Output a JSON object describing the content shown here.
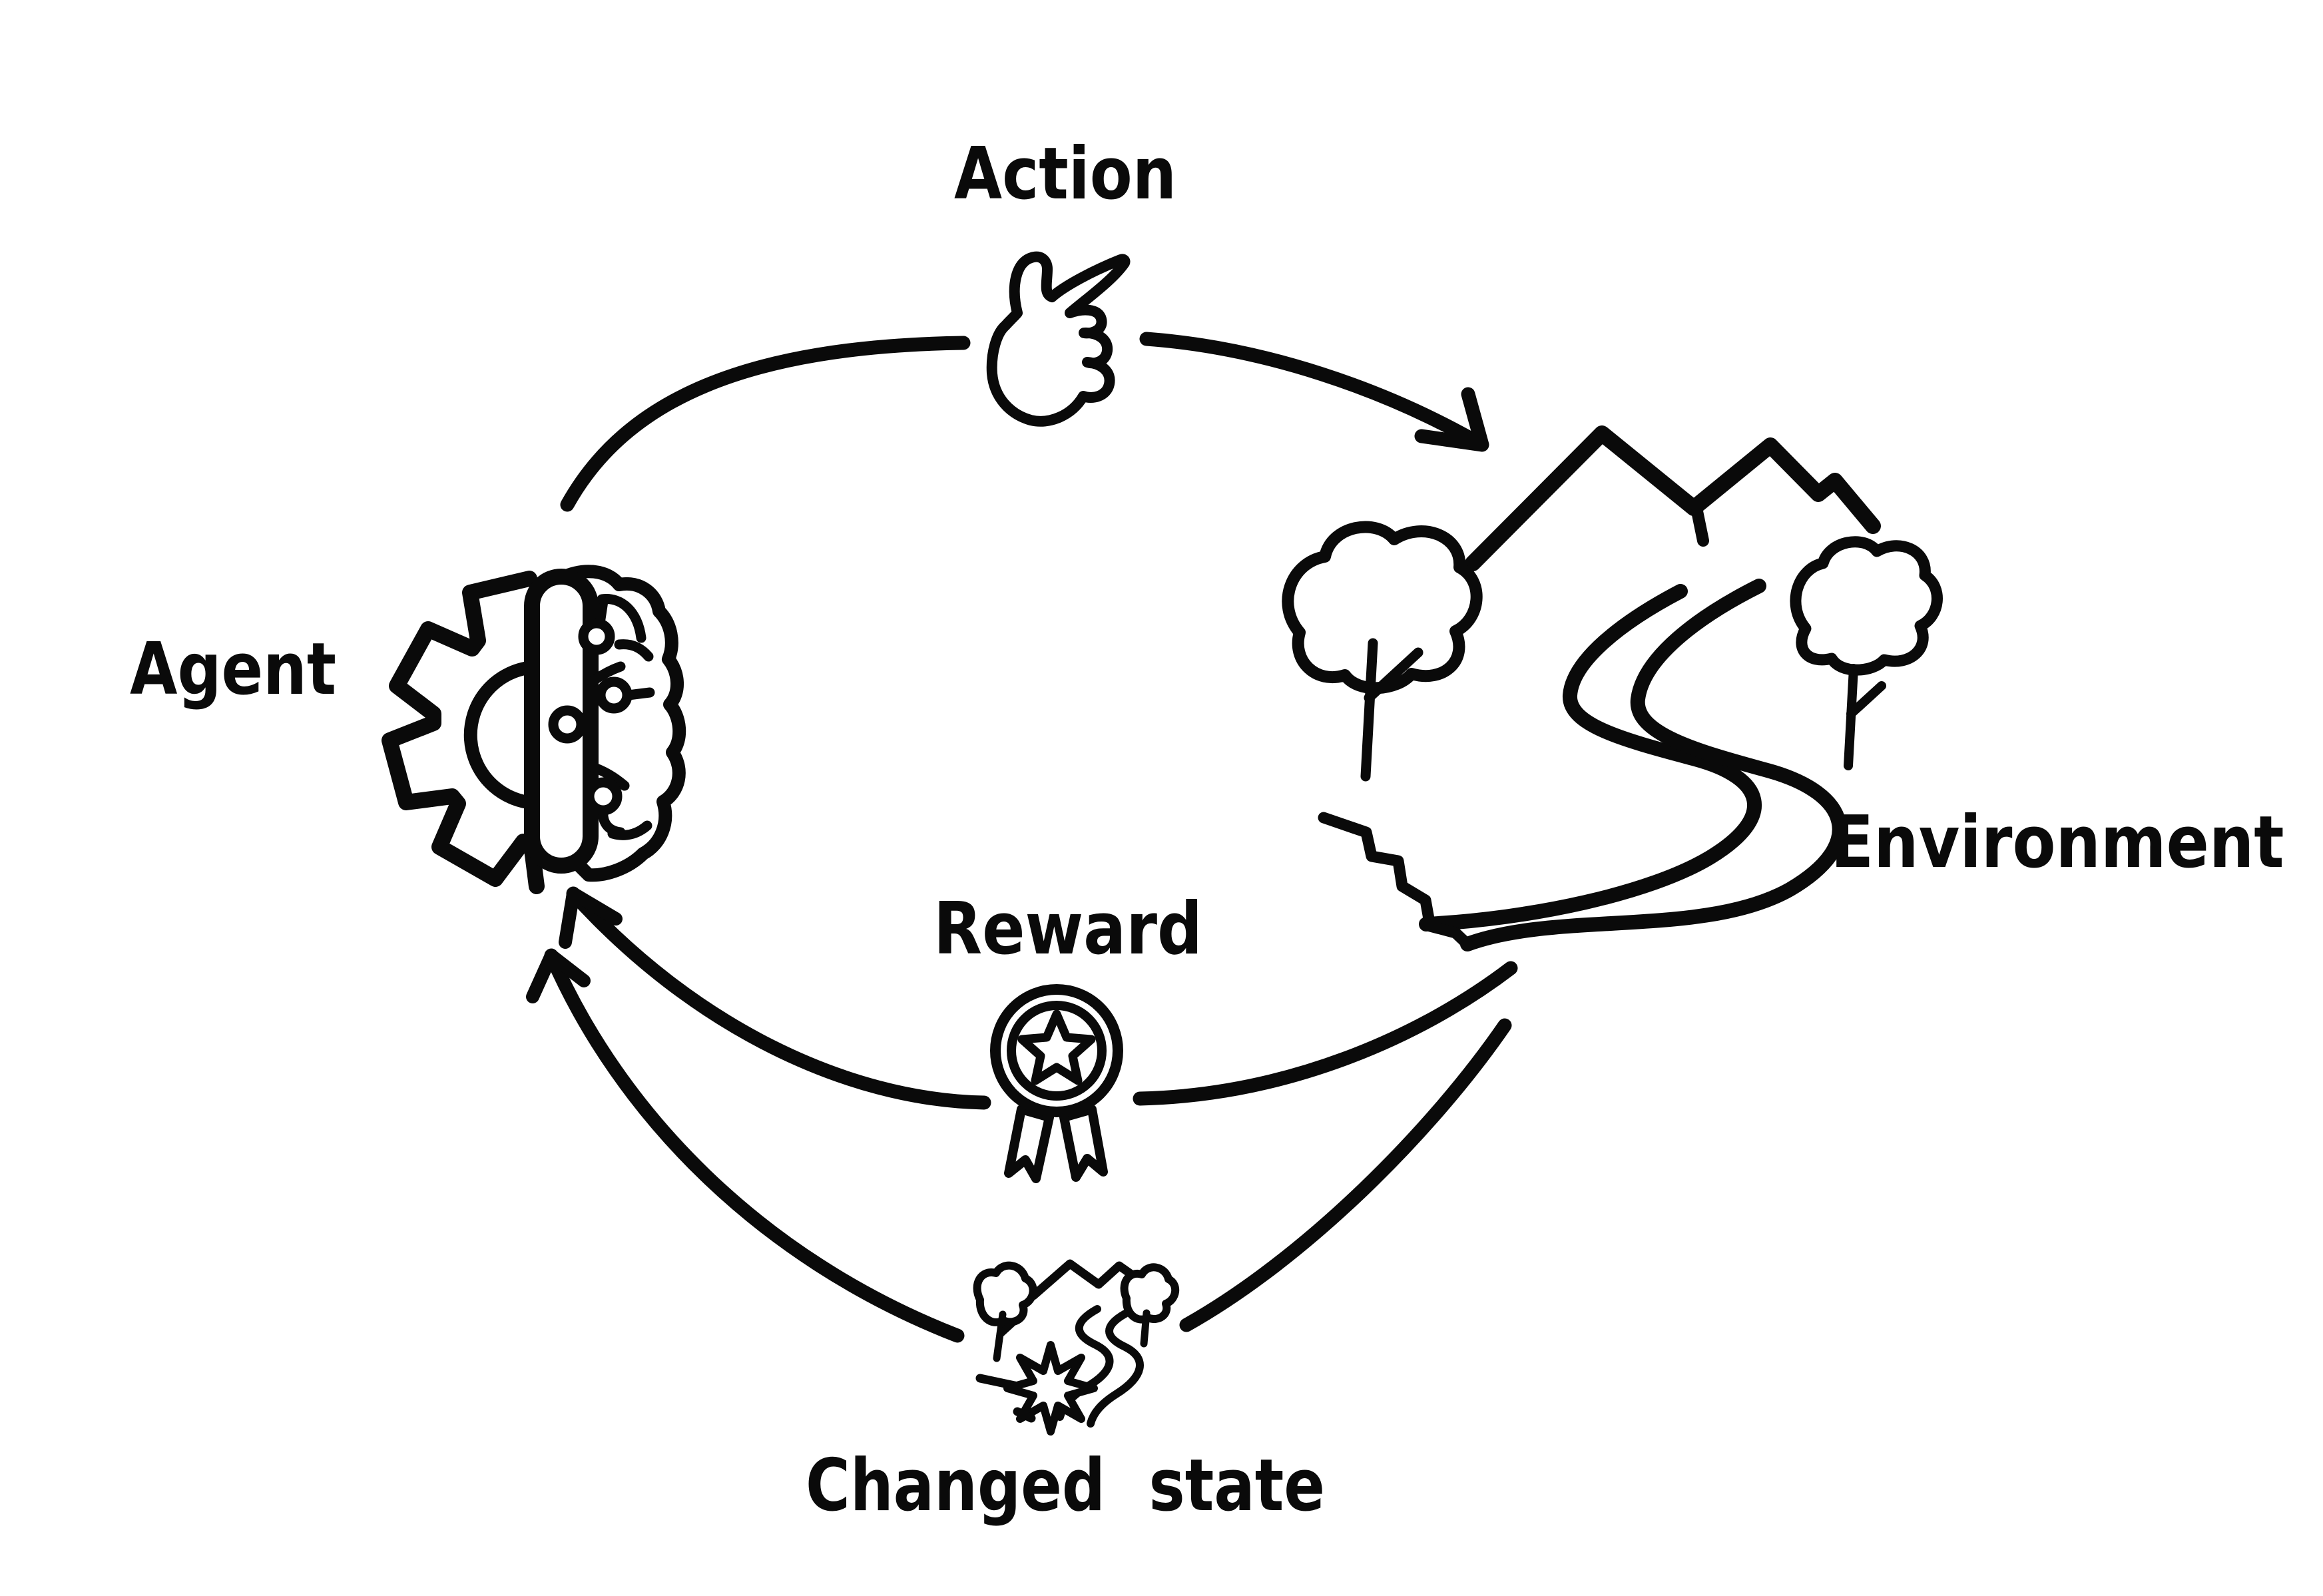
{
  "canvas": {
    "background_color": "#ffffff",
    "ink_color": "#0a0a0a"
  },
  "labels": {
    "action": "Action",
    "agent": "Agent",
    "environment": "Environment",
    "reward": "Reward",
    "changed_state": "Changed state"
  },
  "icons": {
    "agent": "gear-brain-icon",
    "action": "pointing-hand-icon",
    "environment": "mountain-river-landscape-icon",
    "reward": "medal-star-icon",
    "changed_state": "changed-landscape-burst-icon"
  },
  "diagram": {
    "type": "cycle",
    "nodes": [
      {
        "id": "agent",
        "label": "Agent"
      },
      {
        "id": "environment",
        "label": "Environment"
      }
    ],
    "edges": [
      {
        "id": "action",
        "label": "Action",
        "from": "agent",
        "to": "environment"
      },
      {
        "id": "reward",
        "label": "Reward",
        "from": "environment",
        "to": "agent"
      },
      {
        "id": "changed_state",
        "label": "Changed state",
        "from": "environment",
        "to": "agent"
      }
    ]
  }
}
